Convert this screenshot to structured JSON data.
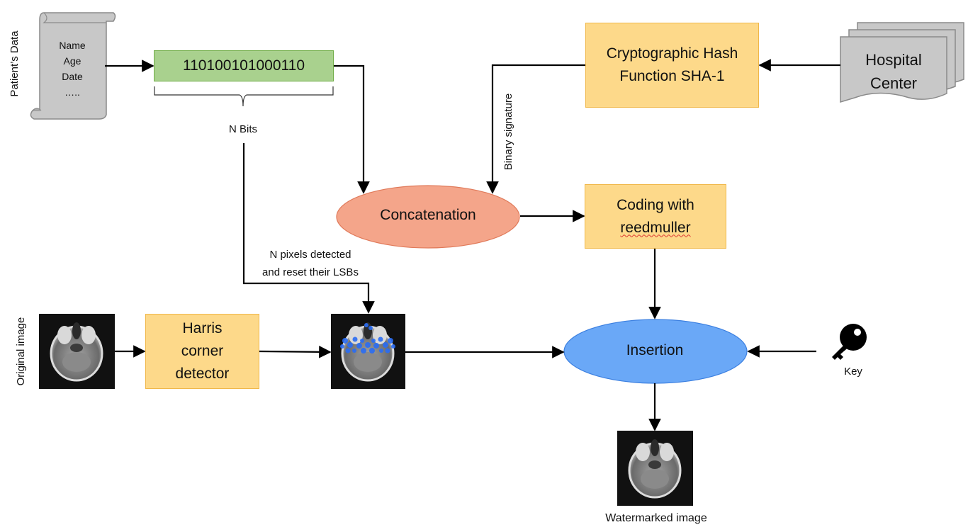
{
  "patient": {
    "side_label": "Patient’s Data",
    "fields": [
      "Name",
      "Age",
      "Date",
      "….."
    ]
  },
  "bits": {
    "value": "110100101000110",
    "brace_label": "N Bits"
  },
  "hash": {
    "line1": "Cryptographic Hash",
    "line2": "Function SHA-1"
  },
  "hospital": {
    "line1": "Hospital",
    "line2": "Center"
  },
  "binary_signature_label": "Binary signature",
  "concatenation_label": "Concatenation",
  "coding": {
    "line1": "Coding with",
    "line2": "reedmuller"
  },
  "pixels_note": {
    "line1": "N pixels detected",
    "line2": "and reset their LSBs"
  },
  "original_label": "Original image",
  "harris": {
    "line1": "Harris",
    "line2": "corner",
    "line3": "detector"
  },
  "insertion_label": "Insertion",
  "key_label": "Key",
  "watermarked_label": "Watermarked image",
  "colors": {
    "green_box": "#a9d18e",
    "yellow_box": "#fdd98a",
    "concatenation_ellipse": "#f4a58a",
    "insertion_ellipse": "#6aa8f7",
    "document_gray": "#c8c8c8",
    "corner_points": "#2a6df4"
  },
  "icons": [
    "scroll-document-icon",
    "multi-document-icon",
    "key-icon",
    "brain-mri-image"
  ]
}
